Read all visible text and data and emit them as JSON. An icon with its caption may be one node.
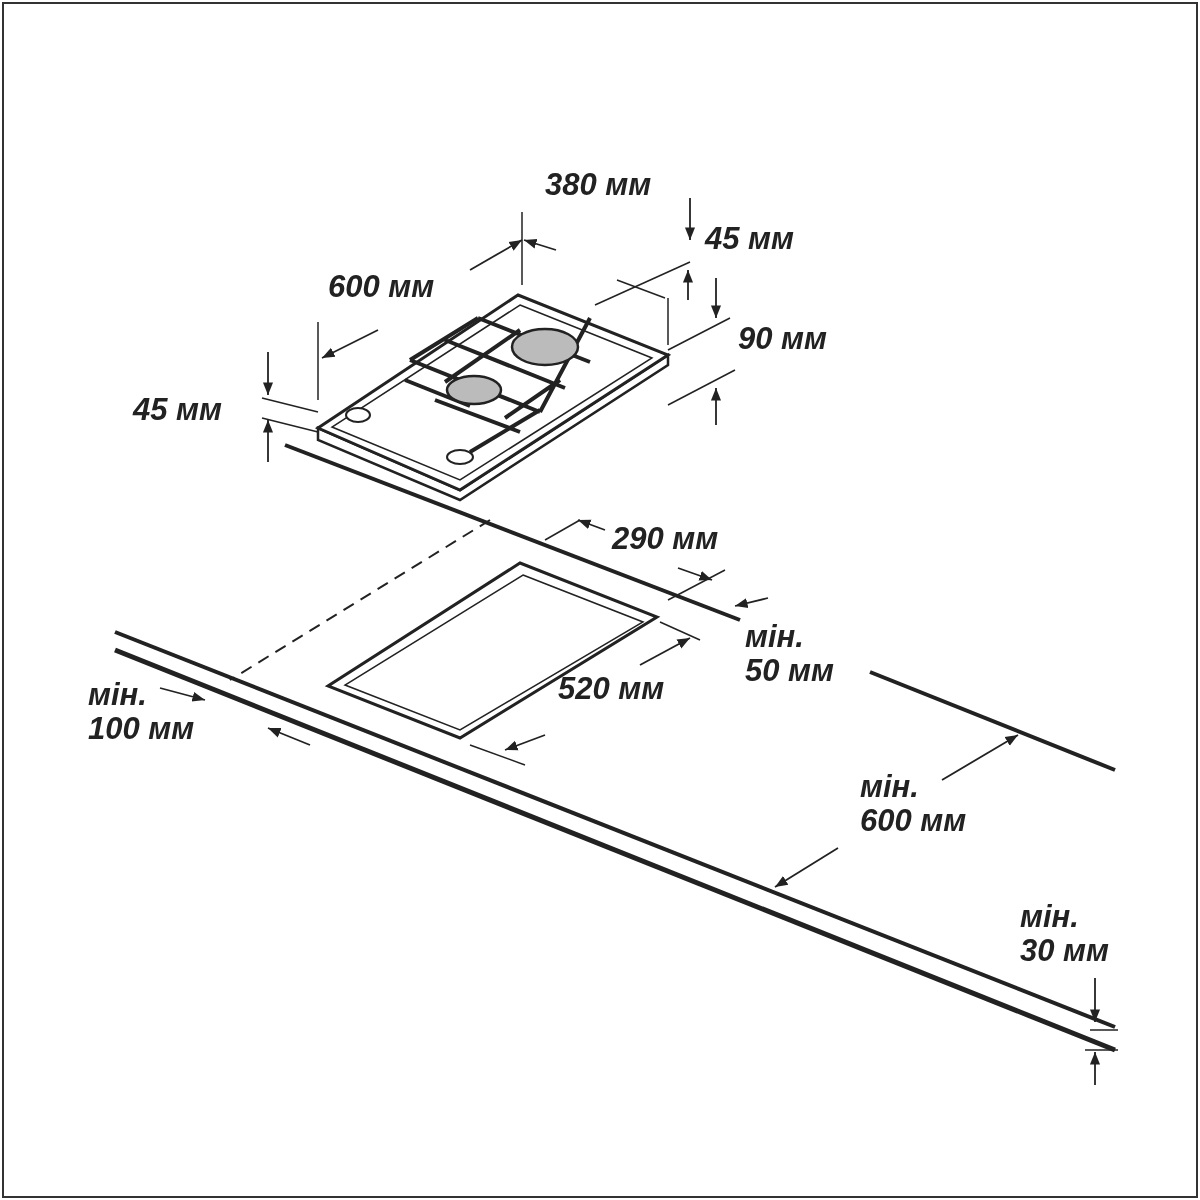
{
  "diagram": {
    "labels": [
      "380 мм",
      "45 мм",
      "600 мм",
      "90 мм",
      "45 мм",
      "290 мм",
      "мін. 50 мм",
      "мін. 100 мм",
      "520 мм",
      "мін. 600 мм",
      "мін. 30 мм"
    ]
  }
}
